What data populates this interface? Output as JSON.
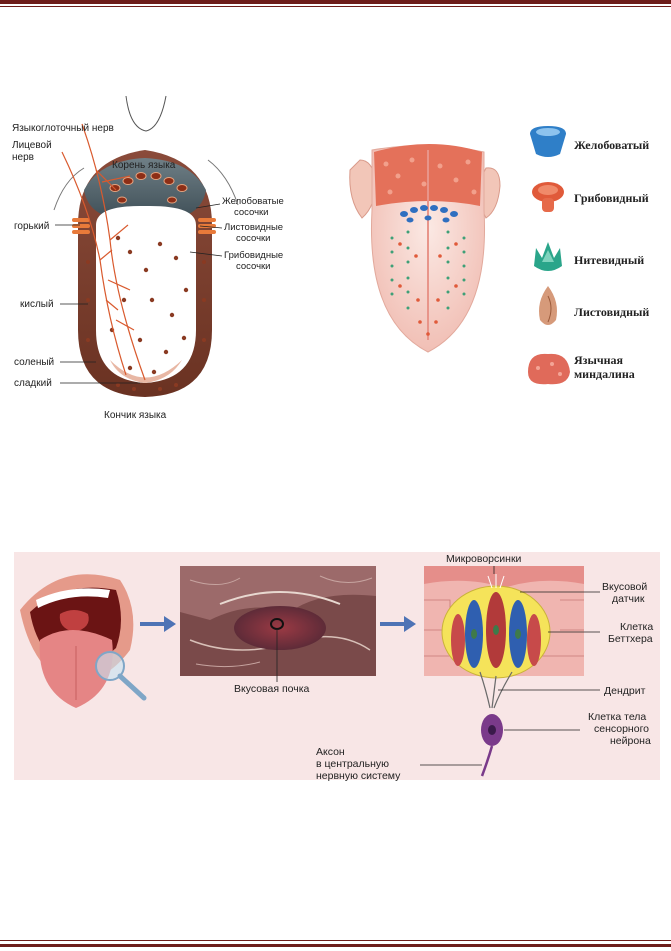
{
  "figure1": {
    "labels": {
      "glossopharyngeal": "Языкоглоточный нерв",
      "facial_1": "Лицевой",
      "facial_2": "нерв",
      "root": "Корень языка",
      "bitter": "горький",
      "sour": "кислый",
      "salty": "соленый",
      "sweet": "сладкий",
      "tip": "Кончик языка",
      "circumvallate_1": "Желобоватые",
      "circumvallate_2": "сосочки",
      "foliate_1": "Листовидные",
      "foliate_2": "сосочки",
      "fungiform_1": "Грибовидные",
      "fungiform_2": "сосочки"
    }
  },
  "figure2": {
    "legend": [
      {
        "name": "Желобоватый",
        "icon": "circumvallate-papilla-icon",
        "color": "#2f7fc8"
      },
      {
        "name": "Грибовидный",
        "icon": "fungiform-papilla-icon",
        "color": "#e05a3a"
      },
      {
        "name": "Нитевидный",
        "icon": "filiform-papilla-icon",
        "color": "#2aa58a"
      },
      {
        "name": "Листовидный",
        "icon": "foliate-papilla-icon",
        "color": "#d69a7a"
      },
      {
        "name_1": "Язычная",
        "name_2": "миндалина",
        "icon": "lingual-tonsil-icon",
        "color": "#e06a5a"
      }
    ]
  },
  "figure3": {
    "labels": {
      "taste_bud": "Вкусовая почка",
      "microvilli": "Микроворсинки",
      "sensor_1": "Вкусовой",
      "sensor_2": "датчик",
      "bottcher_1": "Клетка",
      "bottcher_2": "Беттхера",
      "dendrite": "Дендрит",
      "body_1": "Клетка тела",
      "body_2": "сенсорного",
      "body_3": "нейрона",
      "axon_1": "Аксон",
      "axon_2": "в центральную",
      "axon_3": "нервную систему"
    }
  }
}
